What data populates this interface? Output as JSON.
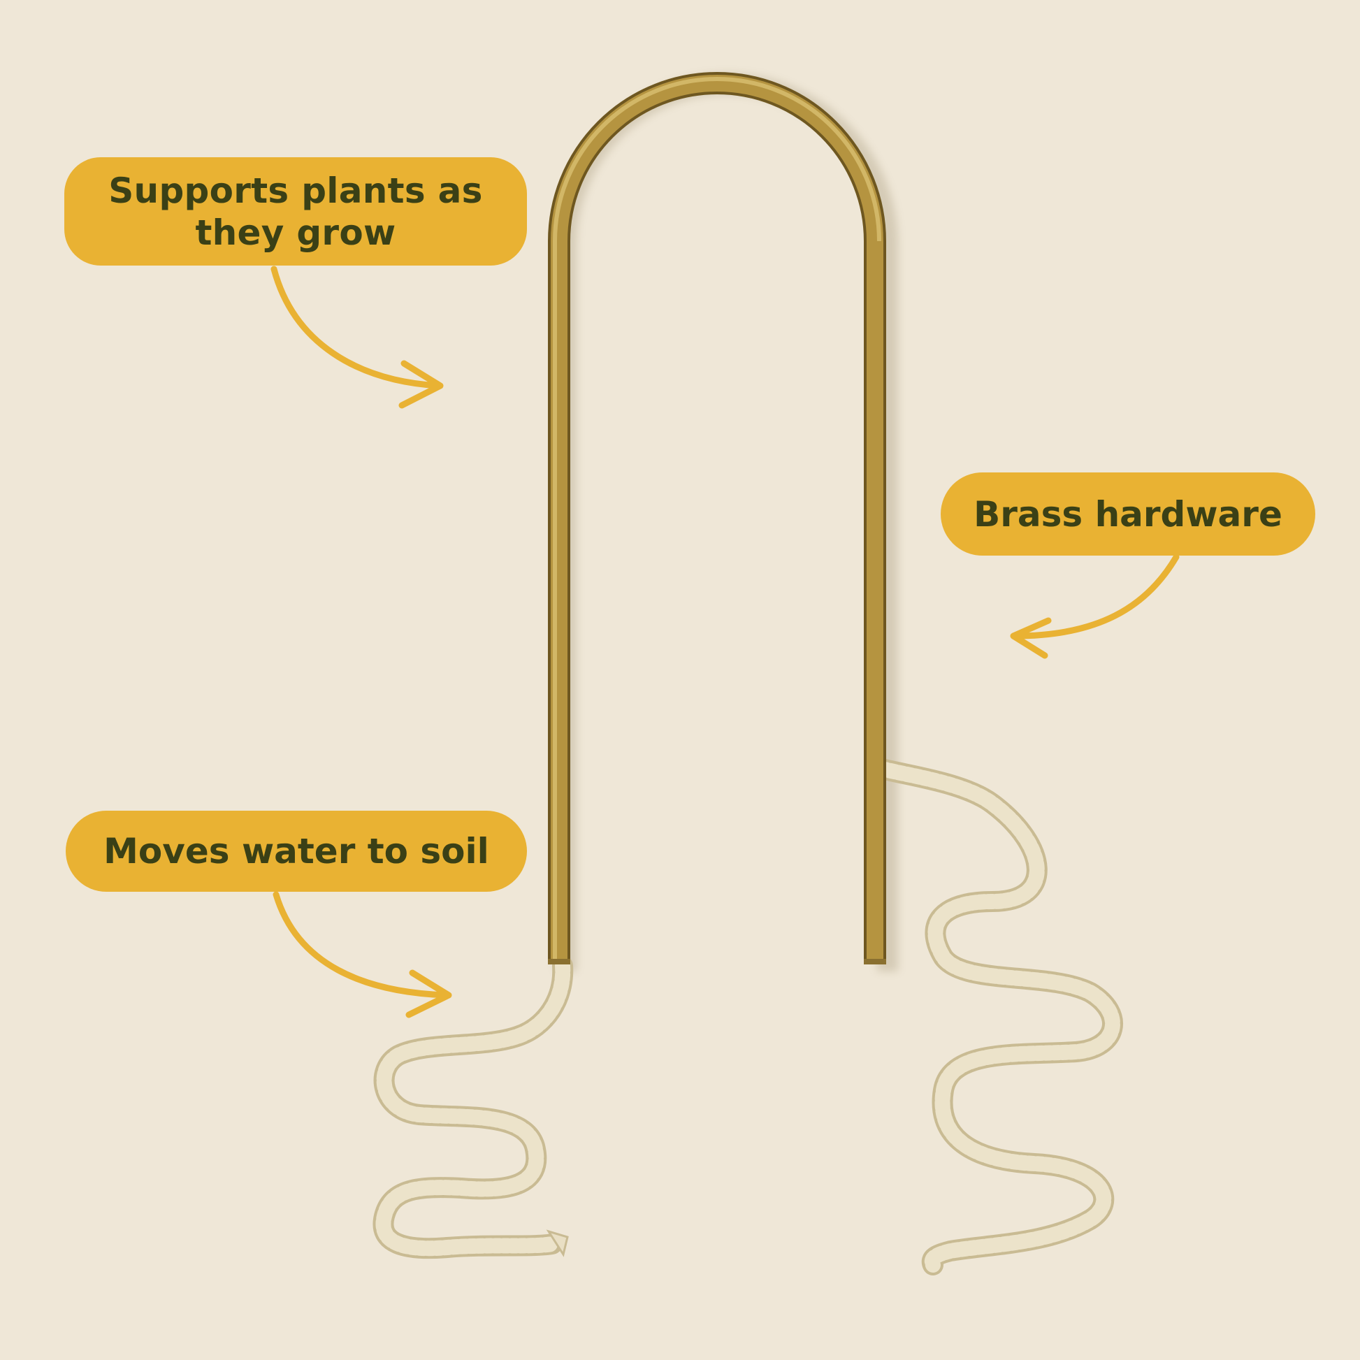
{
  "callouts": {
    "supports": {
      "line1": "Supports plants as",
      "line2": "they grow"
    },
    "brass": "Brass hardware",
    "moves": "Moves water to soil"
  },
  "icons": {
    "product": "brass-u-pipe-with-rope-wicks",
    "arrow": "curved-arrow-icon"
  },
  "colors": {
    "background": "#efe7d7",
    "callout_fill": "#e9b233",
    "callout_text": "#3a4016",
    "arrow": "#e9b233",
    "brass": "#a88a36",
    "rope": "#e9dfc4"
  }
}
